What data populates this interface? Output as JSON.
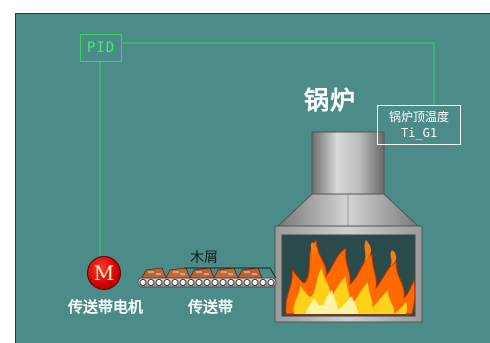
{
  "pid": {
    "label": "PID"
  },
  "boiler": {
    "title": "锅炉"
  },
  "sensor": {
    "name": "锅炉顶温度",
    "tag": "Ti_G1"
  },
  "motor": {
    "letter": "M",
    "label": "传送带电机"
  },
  "conveyor": {
    "label": "传送带",
    "material_label": "木屑"
  },
  "colors": {
    "background": "#4b8c89",
    "signal_line": "#39d45b",
    "flame_outer": "#ff6a00",
    "flame_inner": "#ffe94a",
    "motor": "#d10000"
  }
}
